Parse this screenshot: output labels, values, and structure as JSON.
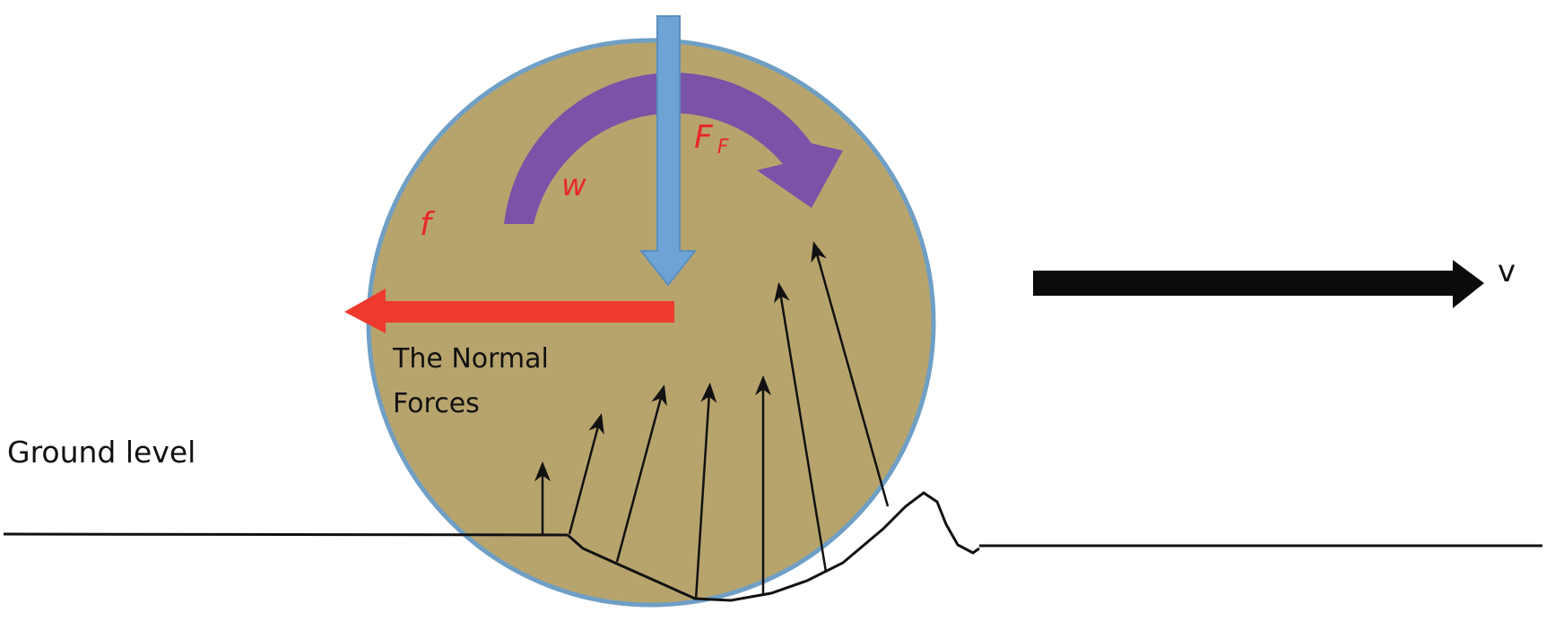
{
  "labels": {
    "friction_f": "f",
    "angular_w": "w",
    "force_ff_main": "F",
    "force_ff_sub": "F",
    "normal_line1": "The Normal",
    "normal_line2": "Forces",
    "ground": "Ground level",
    "velocity": "v"
  },
  "colors": {
    "wheel_fill": "#b7a46d",
    "wheel_rim": "#6f9fc4",
    "weight_arrow": "#6ea3d6",
    "rotation_arrow": "#7a52a8",
    "friction_arrow": "#ee3b2e",
    "velocity_arrow": "#0b0b0b",
    "label_red": "#e8282b",
    "line": "#111111"
  }
}
